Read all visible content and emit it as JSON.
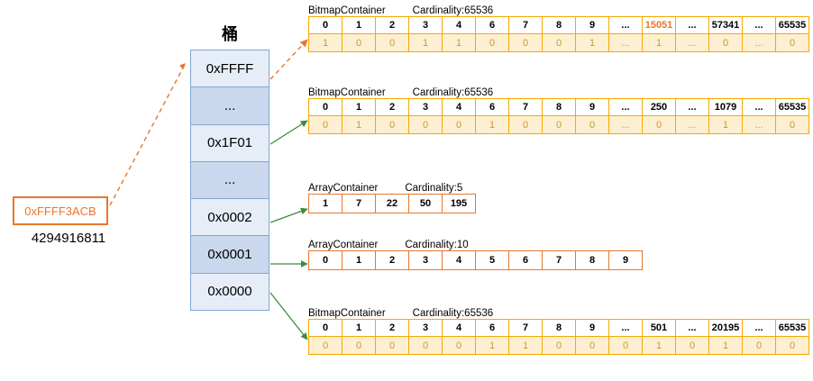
{
  "left": {
    "key_hex": "0xFFFF3ACB",
    "key_decimal": "4294916811",
    "key_color": "#E8762C"
  },
  "bucket": {
    "title": "桶",
    "items": [
      {
        "label": "0xFFFF",
        "shade": "light"
      },
      {
        "label": "...",
        "shade": "dark"
      },
      {
        "label": "0x1F01",
        "shade": "light"
      },
      {
        "label": "...",
        "shade": "dark"
      },
      {
        "label": "0x0002",
        "shade": "light"
      },
      {
        "label": "0x0001",
        "shade": "dark"
      },
      {
        "label": "0x0000",
        "shade": "light"
      }
    ]
  },
  "containers": [
    {
      "id": "bitmap-1",
      "type": "bitmap",
      "name": "BitmapContainer",
      "cardinality_label": "Cardinality:65536",
      "indices": [
        "0",
        "1",
        "2",
        "3",
        "4",
        "6",
        "7",
        "8",
        "9",
        "...",
        "15051",
        "...",
        "57341",
        "...",
        "65535"
      ],
      "highlight_index": "15051",
      "values": [
        "1",
        "0",
        "0",
        "1",
        "1",
        "0",
        "0",
        "0",
        "1",
        "...",
        "1",
        "...",
        "0",
        "...",
        "0"
      ]
    },
    {
      "id": "bitmap-2",
      "type": "bitmap",
      "name": "BitmapContainer",
      "cardinality_label": "Cardinality:65536",
      "indices": [
        "0",
        "1",
        "2",
        "3",
        "4",
        "6",
        "7",
        "8",
        "9",
        "...",
        "250",
        "...",
        "1079",
        "...",
        "65535"
      ],
      "highlight_index": null,
      "values": [
        "0",
        "1",
        "0",
        "0",
        "0",
        "1",
        "0",
        "0",
        "0",
        "...",
        "0",
        "...",
        "1",
        "...",
        "0"
      ]
    },
    {
      "id": "array-1",
      "type": "array",
      "name": "ArrayContainer",
      "cardinality_label": "Cardinality:5",
      "values": [
        "1",
        "7",
        "22",
        "50",
        "195"
      ]
    },
    {
      "id": "array-2",
      "type": "array",
      "name": "ArrayContainer",
      "cardinality_label": "Cardinality:10",
      "values": [
        "0",
        "1",
        "2",
        "3",
        "4",
        "5",
        "6",
        "7",
        "8",
        "9"
      ]
    },
    {
      "id": "bitmap-3",
      "type": "bitmap",
      "name": "BitmapContainer",
      "cardinality_label": "Cardinality:65536",
      "indices": [
        "0",
        "1",
        "2",
        "3",
        "4",
        "6",
        "7",
        "8",
        "9",
        "...",
        "501",
        "...",
        "20195",
        "...",
        "65535"
      ],
      "highlight_index": null,
      "values": [
        "0",
        "0",
        "0",
        "0",
        "0",
        "1",
        "1",
        "0",
        "0",
        "0",
        "1",
        "0",
        "1",
        "0",
        "0"
      ]
    }
  ],
  "connectors": {
    "key_to_bucket_color": "#E8762C",
    "bucket_to_container_color": "#3C8C3C"
  }
}
